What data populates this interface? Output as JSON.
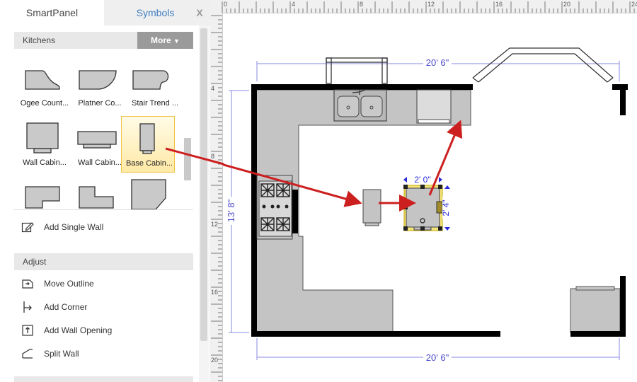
{
  "tabs": {
    "smartpanel": "SmartPanel",
    "symbols": "Symbols",
    "close": "X"
  },
  "library": {
    "title": "Kitchens",
    "more_label": "More",
    "items": [
      {
        "label": "Ogee Count...",
        "icon": "ogee-countertop-icon"
      },
      {
        "label": "Platner Co...",
        "icon": "platner-countertop-icon"
      },
      {
        "label": "Stair Trend ...",
        "icon": "stair-trend-countertop-icon"
      },
      {
        "label": "Wall Cabin...",
        "icon": "wall-cabinet-icon"
      },
      {
        "label": "Wall Cabin...",
        "icon": "wall-cabinet-wide-icon"
      },
      {
        "label": "Base Cabin...",
        "icon": "base-cabinet-icon",
        "selected": true
      },
      {
        "label": "",
        "icon": "l-countertop-icon"
      },
      {
        "label": "",
        "icon": "corner-countertop-icon"
      },
      {
        "label": "",
        "icon": "diagonal-corner-cabinet-icon"
      }
    ]
  },
  "actions": {
    "add_single_wall": "Add Single Wall"
  },
  "adjust": {
    "title": "Adjust",
    "items": [
      {
        "label": "Move Outline",
        "icon": "move-outline-icon"
      },
      {
        "label": "Add Corner",
        "icon": "add-corner-icon"
      },
      {
        "label": "Add Wall Opening",
        "icon": "add-wall-opening-icon"
      },
      {
        "label": "Split Wall",
        "icon": "split-wall-icon"
      }
    ]
  },
  "ruler": {
    "h_labels": [
      "0",
      "4",
      "8",
      "12",
      "16",
      "20",
      "24"
    ],
    "v_labels": [
      "4",
      "8",
      "12",
      "16",
      "20"
    ]
  },
  "floorplan": {
    "dim_top": "20' 6\"",
    "dim_bottom": "20' 6\"",
    "dim_left": "13' 8\"",
    "selected_width": "2' 0\"",
    "selected_depth": "2' 4\""
  },
  "colors": {
    "accent": "#3f7fc1",
    "arrow": "#cc1f1f",
    "wall": "#000000",
    "counter": "#bfbfbf",
    "dimension": "#4a4acc"
  }
}
